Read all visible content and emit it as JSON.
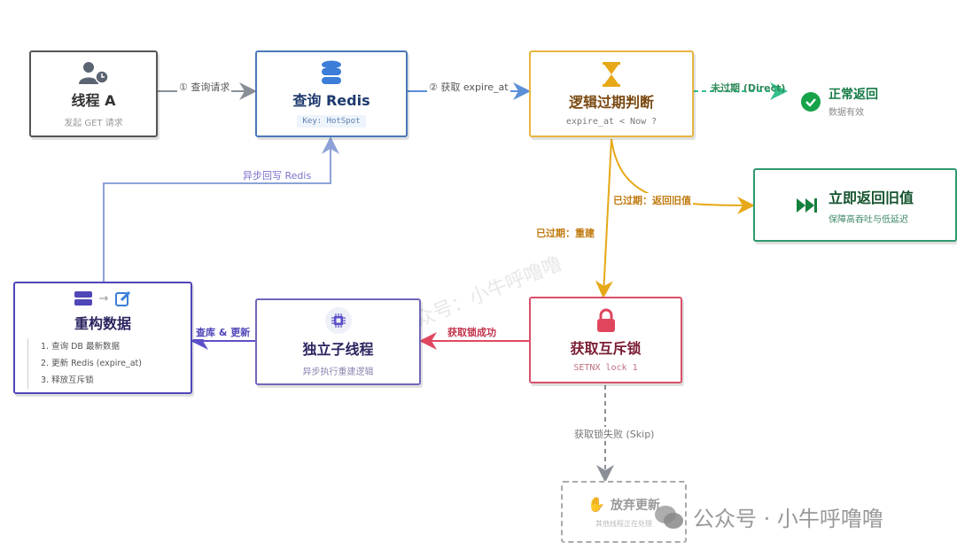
{
  "nodes": {
    "thread_a": {
      "title": "线程 A",
      "subtitle": "发起 GET 请求",
      "icon": "user-clock-icon",
      "color": "#4b5563"
    },
    "query_redis": {
      "title": "查询 Redis",
      "subtitle": "Key: HotSpot",
      "icon": "database-icon",
      "color": "#3b7dd8"
    },
    "logic_expire": {
      "title": "逻辑过期判断",
      "subtitle": "expire_at < Now ?",
      "icon": "hourglass-icon",
      "color": "#e6a817"
    },
    "normal_return": {
      "title": "正常返回",
      "subtitle": "数据有效",
      "icon": "check-circle-icon",
      "color": "#16a34a"
    },
    "return_old": {
      "title": "立即返回旧值",
      "subtitle": "保障高吞吐与低延迟",
      "icon": "fast-forward-icon",
      "color": "#15803d"
    },
    "mutex_lock": {
      "title": "获取互斥锁",
      "subtitle": "SETNX lock 1",
      "icon": "lock-icon",
      "color": "#e0475f"
    },
    "sub_thread": {
      "title": "独立子线程",
      "subtitle": "异步执行重建逻辑",
      "icon": "cpu-icon",
      "color": "#5b4fc7"
    },
    "rebuild": {
      "title": "重构数据",
      "icon": "server-to-edit-icon",
      "arrow": "→",
      "steps": [
        "1. 查询 DB 最新数据",
        "2. 更新 Redis (expire_at)",
        "3. 释放互斥锁"
      ],
      "color": "#4f46b8"
    },
    "give_up": {
      "title": "放弃更新",
      "subtitle": "其他线程正在处理",
      "icon": "hand-icon",
      "color": "#9ca3af"
    }
  },
  "edges": {
    "a_to_redis": "① 查询请求",
    "redis_to_logic": "② 获取 expire_at",
    "not_expired": "未过期 (Direct)",
    "expired_return": "已过期：返回旧值",
    "expired_rebuild": "已过期：重建",
    "lock_success": "获取锁成功",
    "query_update": "查库 & 更新",
    "async_write": "异步回写 Redis",
    "lock_fail": "获取锁失败 (Skip)"
  },
  "watermark": {
    "text": "公众号 · 小牛呼噜噜",
    "diagonal": "@公众号：小牛呼噜噜"
  }
}
